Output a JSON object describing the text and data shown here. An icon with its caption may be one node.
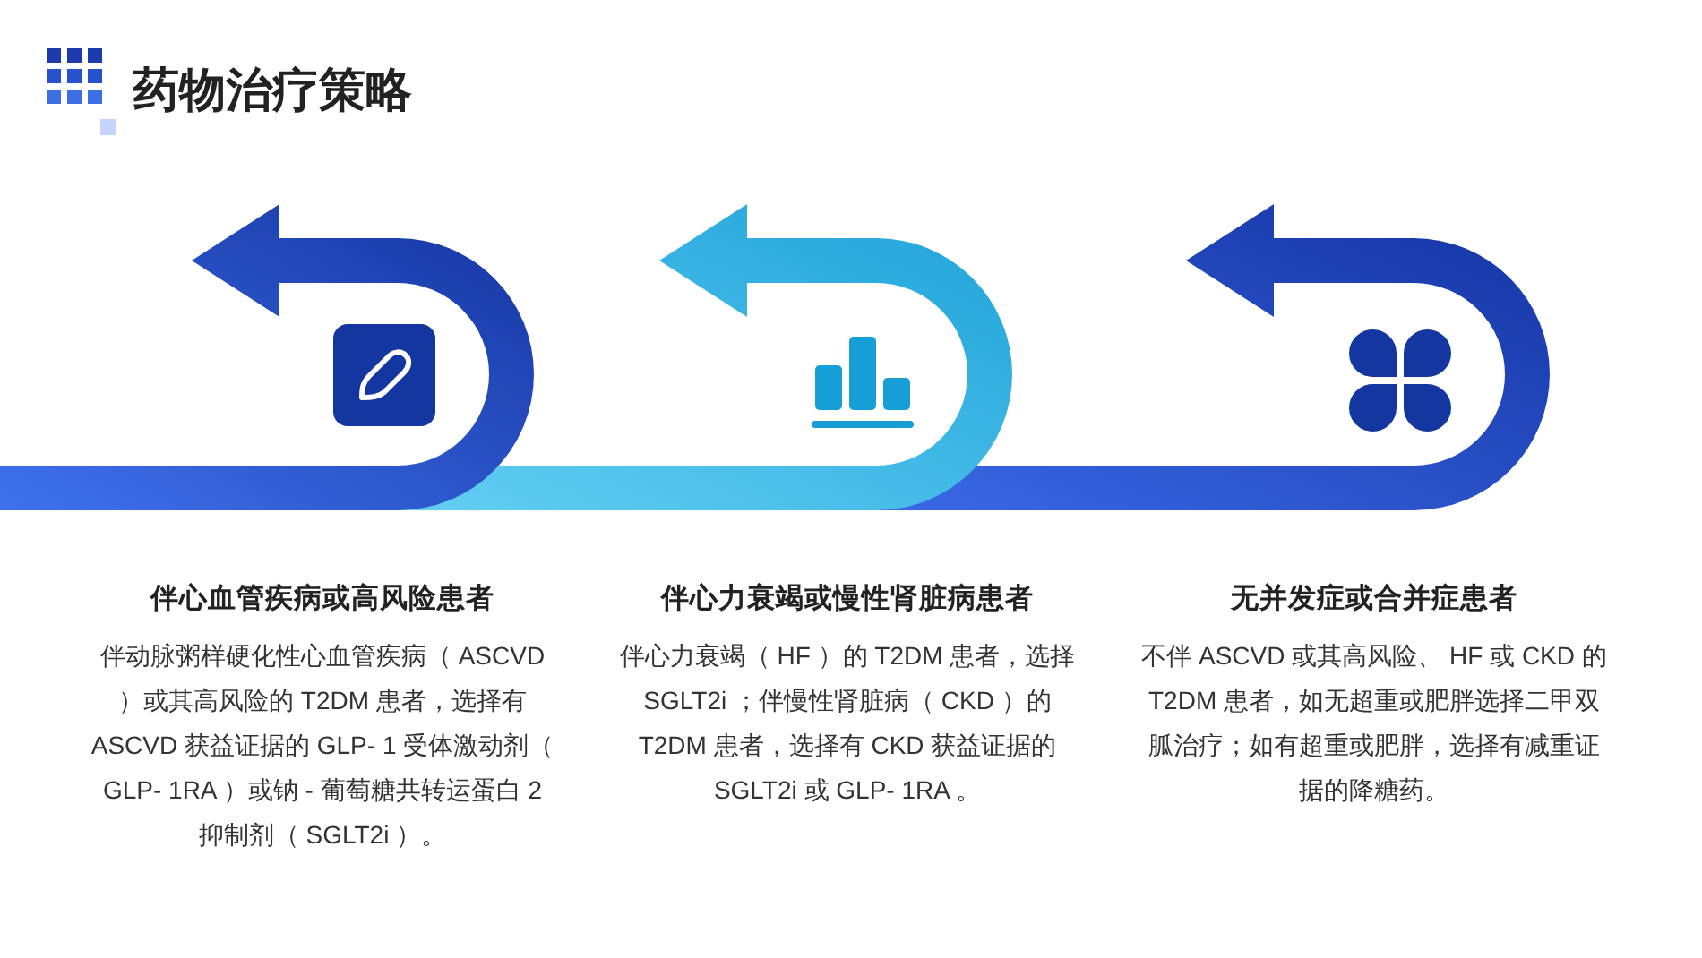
{
  "diagram": {
    "title": "药物治疗策略",
    "labels": [
      "伴心血管疾病或高风险患者",
      "伴动脉粥样硬化性心血管疾病（ ASCVD ）或其高风险的 T2DM 患者，选择有 ASCVD 获益证据的 GLP- 1 受体激动剂（ GLP- 1RA ）或钠 - 葡萄糖共转运蛋白 2 抑制剂（ SGLT2i ）。",
      "伴心力衰竭或慢性肾脏病患者",
      "伴心力衰竭（ HF ）的 T2DM 患者，选择SGLT2i ；伴慢性肾脏病（ CKD ）的T2DM 患者，选择有 CKD 获益证据的SGLT2i 或 GLP- 1RA 。",
      "无并发症或合并症患者",
      "不伴 ASCVD 或其高风险、 HF 或 CKD 的T2DM 患者，如无超重或肥胖选择二甲双胍治疗；如有超重或肥胖，选择有减重证据的降糖药。"
    ]
  }
}
